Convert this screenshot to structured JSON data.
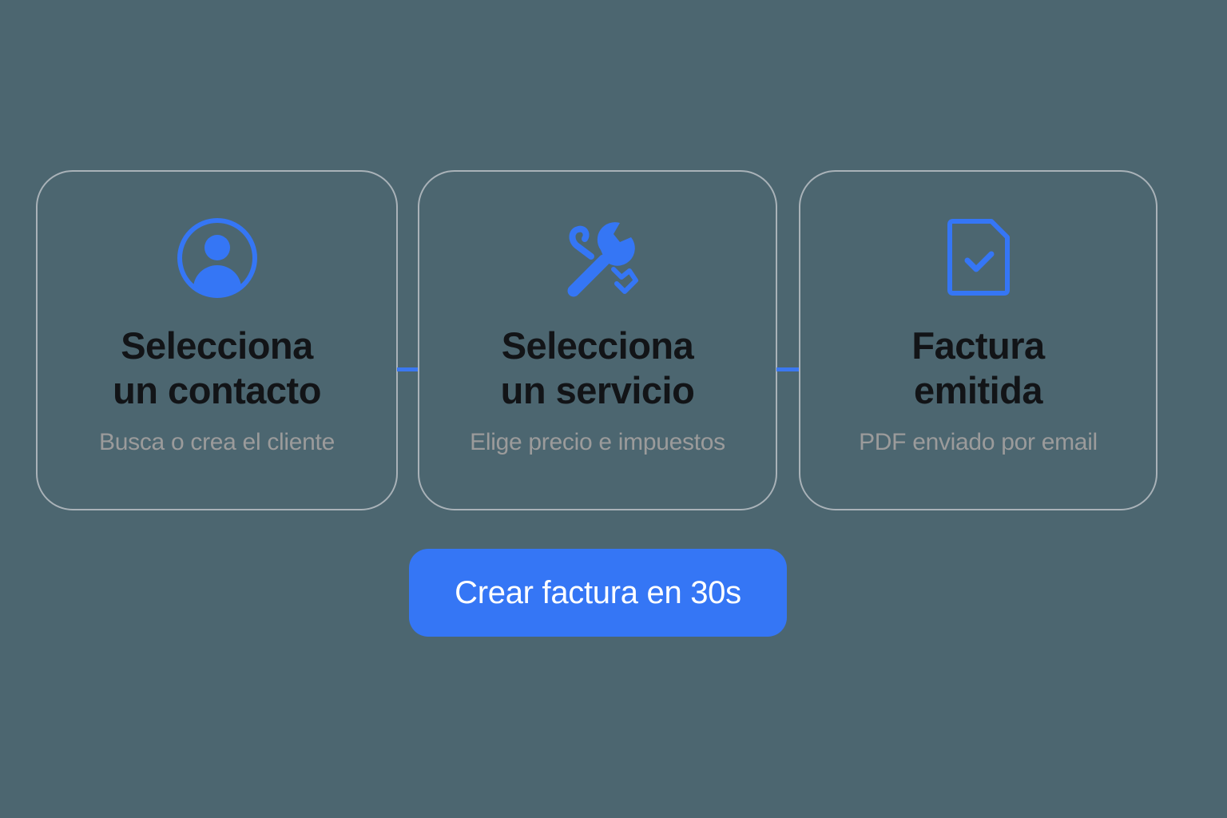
{
  "colors": {
    "background": "#4c6670",
    "accent": "#3576f5",
    "card_border": "#a9b2b8",
    "title_text": "#121417",
    "subtitle_text": "#9b9b9b"
  },
  "steps": [
    {
      "icon": "user-circle-icon",
      "title_line1": "Selecciona",
      "title_line2": "un contacto",
      "subtitle": "Busca o crea el cliente"
    },
    {
      "icon": "wrench-tools-icon",
      "title_line1": "Selecciona",
      "title_line2": "un servicio",
      "subtitle": "Elige precio e impuestos"
    },
    {
      "icon": "document-check-icon",
      "title_line1": "Factura",
      "title_line2": "emitida",
      "subtitle": "PDF enviado por email"
    }
  ],
  "cta": {
    "label": "Crear factura en 30s"
  }
}
